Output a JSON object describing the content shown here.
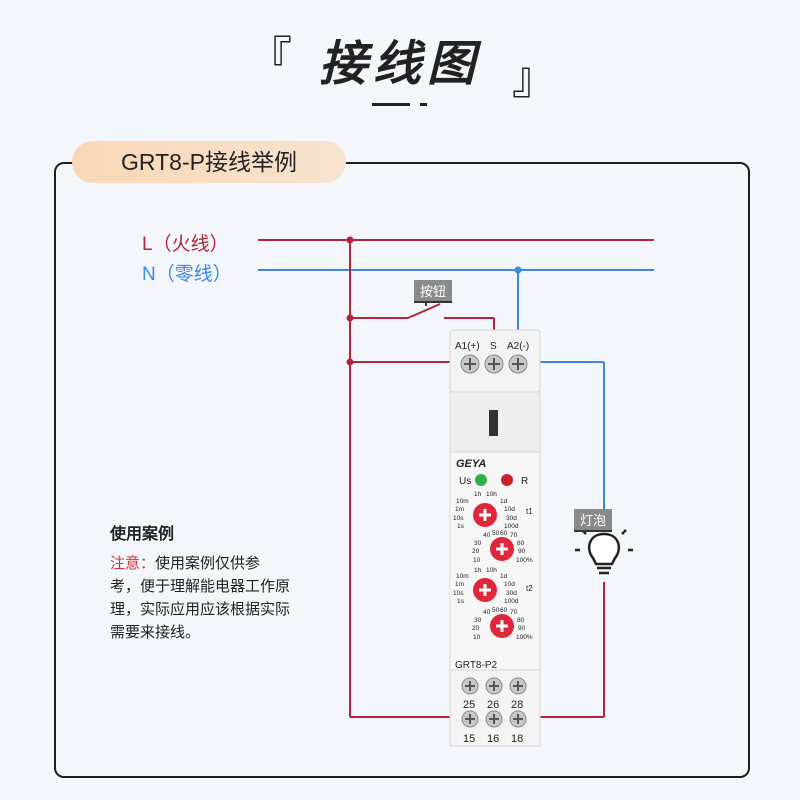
{
  "header": {
    "bracket_open": "『",
    "title": "接线图",
    "bracket_close": "』"
  },
  "section": {
    "tag": "GRT8-P接线举例"
  },
  "lines": {
    "live": "L（火线）",
    "neutral": "N（零线）"
  },
  "components": {
    "button_label": "按钮",
    "lamp_label": "灯泡"
  },
  "device": {
    "brand": "GEYA",
    "model": "GRT8-P2",
    "top_terminals": [
      "A1(+)",
      "S",
      "A2(-)"
    ],
    "led_labels": [
      "Us",
      "R"
    ],
    "range_knob_labels_left": [
      "10m",
      "1m",
      "10s",
      "1s"
    ],
    "range_knob_labels_top": [
      "1h",
      "10h"
    ],
    "range_knob_labels_right": [
      "1d",
      "10d",
      "30d",
      "100d"
    ],
    "value_knob_labels": [
      "40",
      "50",
      "60",
      "70",
      "30",
      "20",
      "10",
      "80",
      "90",
      "100%"
    ],
    "t1_label": "t1",
    "t2_label": "t2",
    "bottom_terminals_upper": [
      "25",
      "26",
      "28"
    ],
    "bottom_terminals_lower": [
      "15",
      "16",
      "18"
    ]
  },
  "usage": {
    "title": "使用案例",
    "note_label": "注意：",
    "note_text": "使用案例仅供参考，便于理解能电器工作原理，实际应用应该根据实际需要来接线。"
  },
  "colors": {
    "live_wire": "#b3243a",
    "neutral_wire": "#3f88e0",
    "knob_red": "#e0263a",
    "led_green": "#2fb04a",
    "led_red": "#c8232c"
  }
}
